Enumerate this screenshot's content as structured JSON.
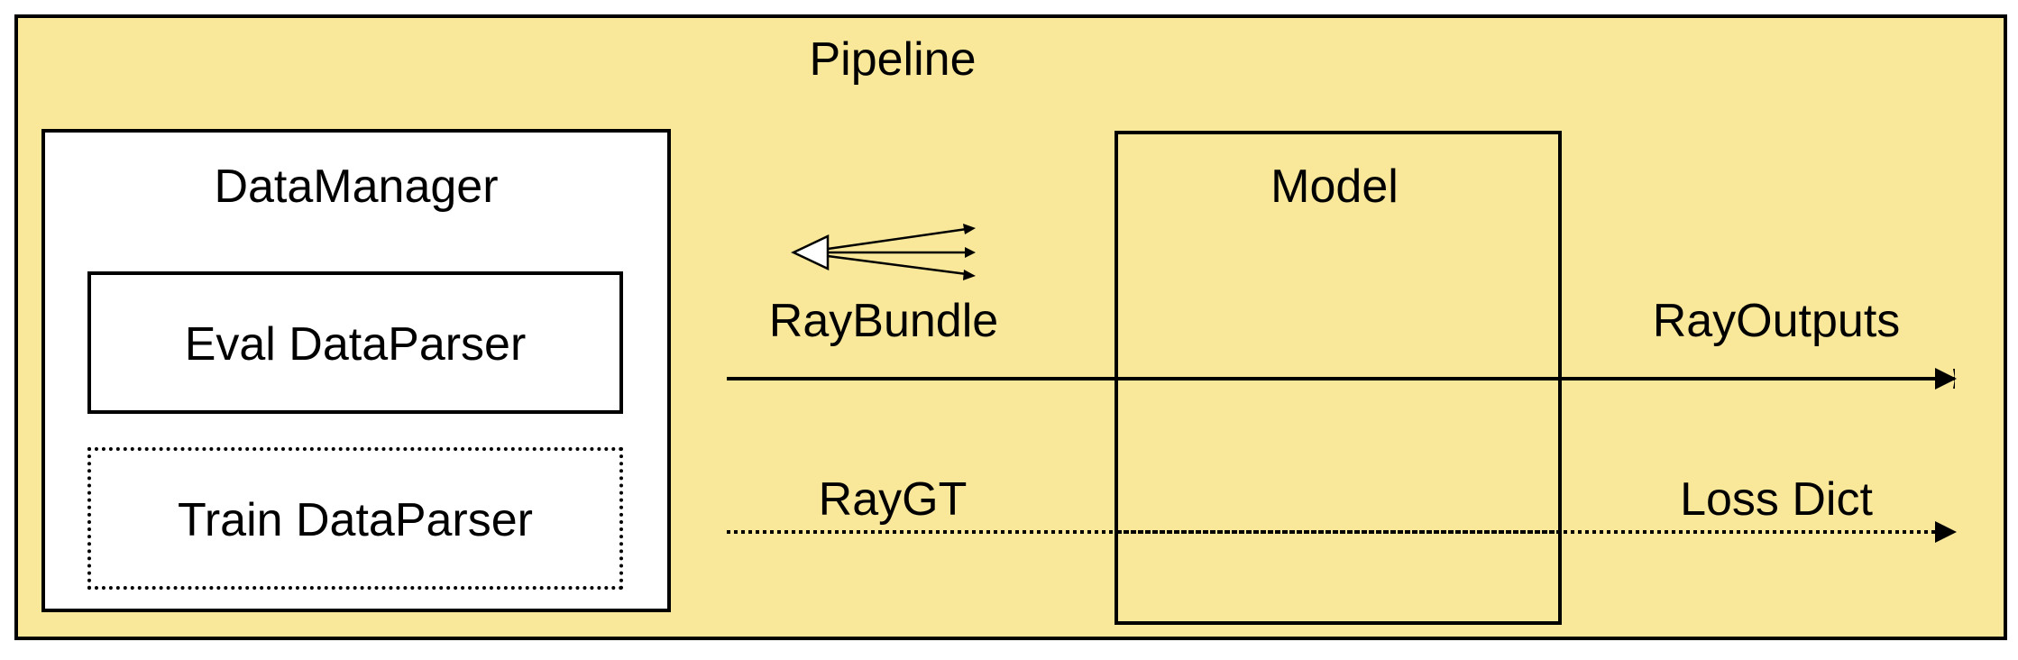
{
  "colors": {
    "pipeline_fill": "#f9e79a",
    "stroke": "#000000",
    "box_fill": "#ffffff"
  },
  "pipeline": {
    "title": "Pipeline"
  },
  "data_manager": {
    "title": "DataManager",
    "eval_parser": "Eval DataParser",
    "train_parser": "Train DataParser"
  },
  "model": {
    "title": "Model"
  },
  "flows": {
    "ray_bundle": "RayBundle",
    "ray_gt": "RayGT",
    "ray_outputs": "RayOutputs",
    "loss_dict": "Loss Dict"
  },
  "icons": {
    "ray_bundle_glyph": "ray-bundle-icon"
  }
}
